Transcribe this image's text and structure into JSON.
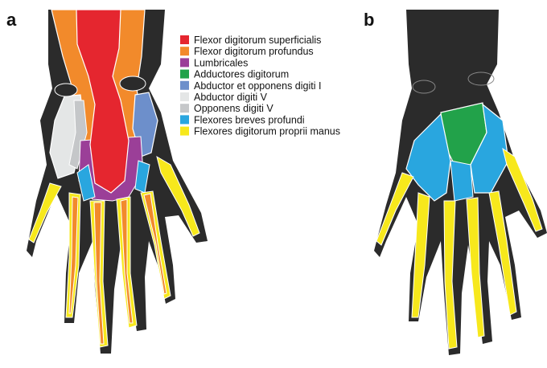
{
  "panels": [
    {
      "label": "a"
    },
    {
      "label": "b"
    }
  ],
  "legend": {
    "items": [
      {
        "label": "Flexor digitorum superficialis",
        "color": "#e5262f"
      },
      {
        "label": "Flexor digitorum profundus",
        "color": "#f28a2b"
      },
      {
        "label": "Lumbricales",
        "color": "#9b3f98"
      },
      {
        "label": "Adductores digitorum",
        "color": "#22a24a"
      },
      {
        "label": "Abductor et opponens digiti I",
        "color": "#6d8fcb"
      },
      {
        "label": "Abductor digiti V",
        "color": "#e4e6e6"
      },
      {
        "label": "Opponens digiti V",
        "color": "#c5c7c9"
      },
      {
        "label": "Flexores breves profundi",
        "color": "#29a6df"
      },
      {
        "label": "Flexores digitorum proprii manus",
        "color": "#f7e81c"
      }
    ]
  },
  "colors": {
    "bone": "#2b2b2b",
    "outline": "#ffffff"
  }
}
